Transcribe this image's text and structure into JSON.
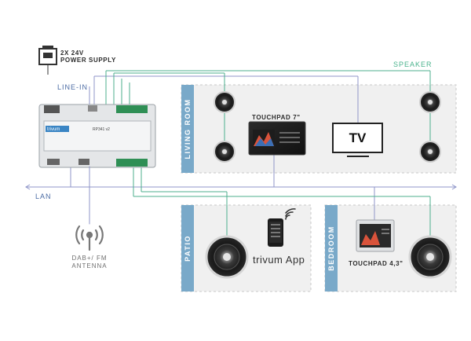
{
  "power_supply": {
    "line1": "2X 24V",
    "line2": "POWER SUPPLY"
  },
  "labels": {
    "line_in": "LINE-IN",
    "speaker": "SPEAKER",
    "lan": "LAN",
    "antenna_line1": "DAB+/ FM",
    "antenna_line2": "ANTENNA"
  },
  "rooms": {
    "living_room": "LIVING ROOM",
    "patio": "PATIO",
    "bedroom": "BEDROOM"
  },
  "devices": {
    "touchpad_7": "TOUCHPAD 7\"",
    "tv": "TV",
    "trivum_app": "trivum App",
    "touchpad_43": "TOUCHPAD 4,3\"",
    "unit_brand": "trivum",
    "unit_model": "RP341 v2"
  },
  "colors": {
    "speaker_line": "#4caf8e",
    "lan_line": "#8f96c9",
    "room_tab": "#79a9c9",
    "room_bg": "#f0f0f0"
  }
}
